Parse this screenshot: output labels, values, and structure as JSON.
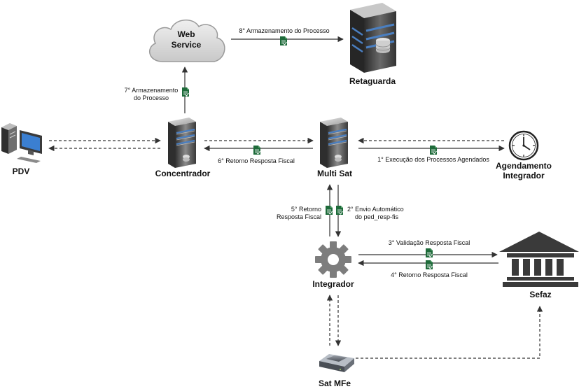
{
  "nodes": {
    "web_service": {
      "label_line1": "Web",
      "label_line2": "Service"
    },
    "retaguarda": {
      "label": "Retaguarda"
    },
    "pdv": {
      "label": "PDV"
    },
    "concentrador": {
      "label": "Concentrador"
    },
    "multisat": {
      "label": "Multi Sat"
    },
    "agendamento": {
      "label_line1": "Agendamento",
      "label_line2": "Integrador"
    },
    "integrador": {
      "label": "Integrador"
    },
    "sefaz": {
      "label": "Sefaz"
    },
    "sat_mfe": {
      "label": "Sat MFe"
    }
  },
  "edges": {
    "e8": {
      "label": "8° Armazenamento do Processo"
    },
    "e7": {
      "label_line1": "7° Armazenamento",
      "label_line2": "do Processo"
    },
    "e6": {
      "label": "6° Retorno Resposta Fiscal"
    },
    "e1": {
      "label": "1° Execução dos Processos Agendados"
    },
    "e5": {
      "label_line1": "5° Retorno",
      "label_line2": "Resposta Fiscal"
    },
    "e2": {
      "label_line1": "2° Envio Automático",
      "label_line2": "do ped_resp-fis"
    },
    "e3": {
      "label": "3° Validação Resposta Fiscal"
    },
    "e4": {
      "label": "4° Retorno Resposta Fiscal"
    }
  },
  "colors": {
    "doc_icon": "#1e6b3a",
    "server_dark": "#3c3c3c",
    "server_mid": "#7a7a7a",
    "server_light": "#cfcfcf",
    "stripe_blue": "#4a7fc1",
    "cloud_fill": "#e0e0e0",
    "line": "#333333"
  }
}
